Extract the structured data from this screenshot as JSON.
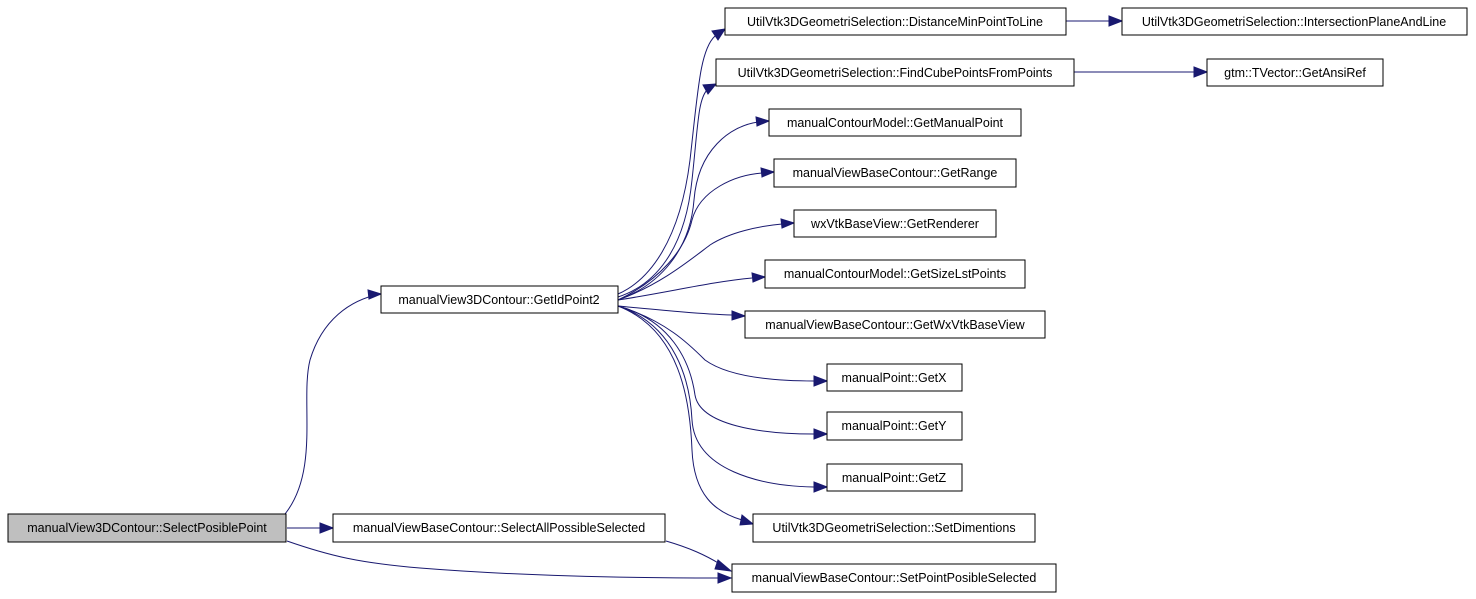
{
  "diagram": {
    "nodes": {
      "select_posible_point": "manualView3DContour::SelectPosiblePoint",
      "get_id_point2": "manualView3DContour::GetIdPoint2",
      "select_all_possible_selected": "manualViewBaseContour::SelectAllPossibleSelected",
      "set_point_posible_selected": "manualViewBaseContour::SetPointPosibleSelected",
      "distance_min_point_to_line": "UtilVtk3DGeometriSelection::DistanceMinPointToLine",
      "intersection_plane_and_line": "UtilVtk3DGeometriSelection::IntersectionPlaneAndLine",
      "find_cube_points_from_points": "UtilVtk3DGeometriSelection::FindCubePointsFromPoints",
      "get_ansi_ref": "gtm::TVector::GetAnsiRef",
      "get_manual_point": "manualContourModel::GetManualPoint",
      "get_range": "manualViewBaseContour::GetRange",
      "get_renderer": "wxVtkBaseView::GetRenderer",
      "get_size_lst_points": "manualContourModel::GetSizeLstPoints",
      "get_wx_vtk_base_view": "manualViewBaseContour::GetWxVtkBaseView",
      "get_x": "manualPoint::GetX",
      "get_y": "manualPoint::GetY",
      "get_z": "manualPoint::GetZ",
      "set_dimentions": "UtilVtk3DGeometriSelection::SetDimentions"
    },
    "colors": {
      "edge": "#191970",
      "root_fill": "#bfbfbf",
      "node_fill": "#ffffff",
      "node_border": "#000000"
    }
  }
}
